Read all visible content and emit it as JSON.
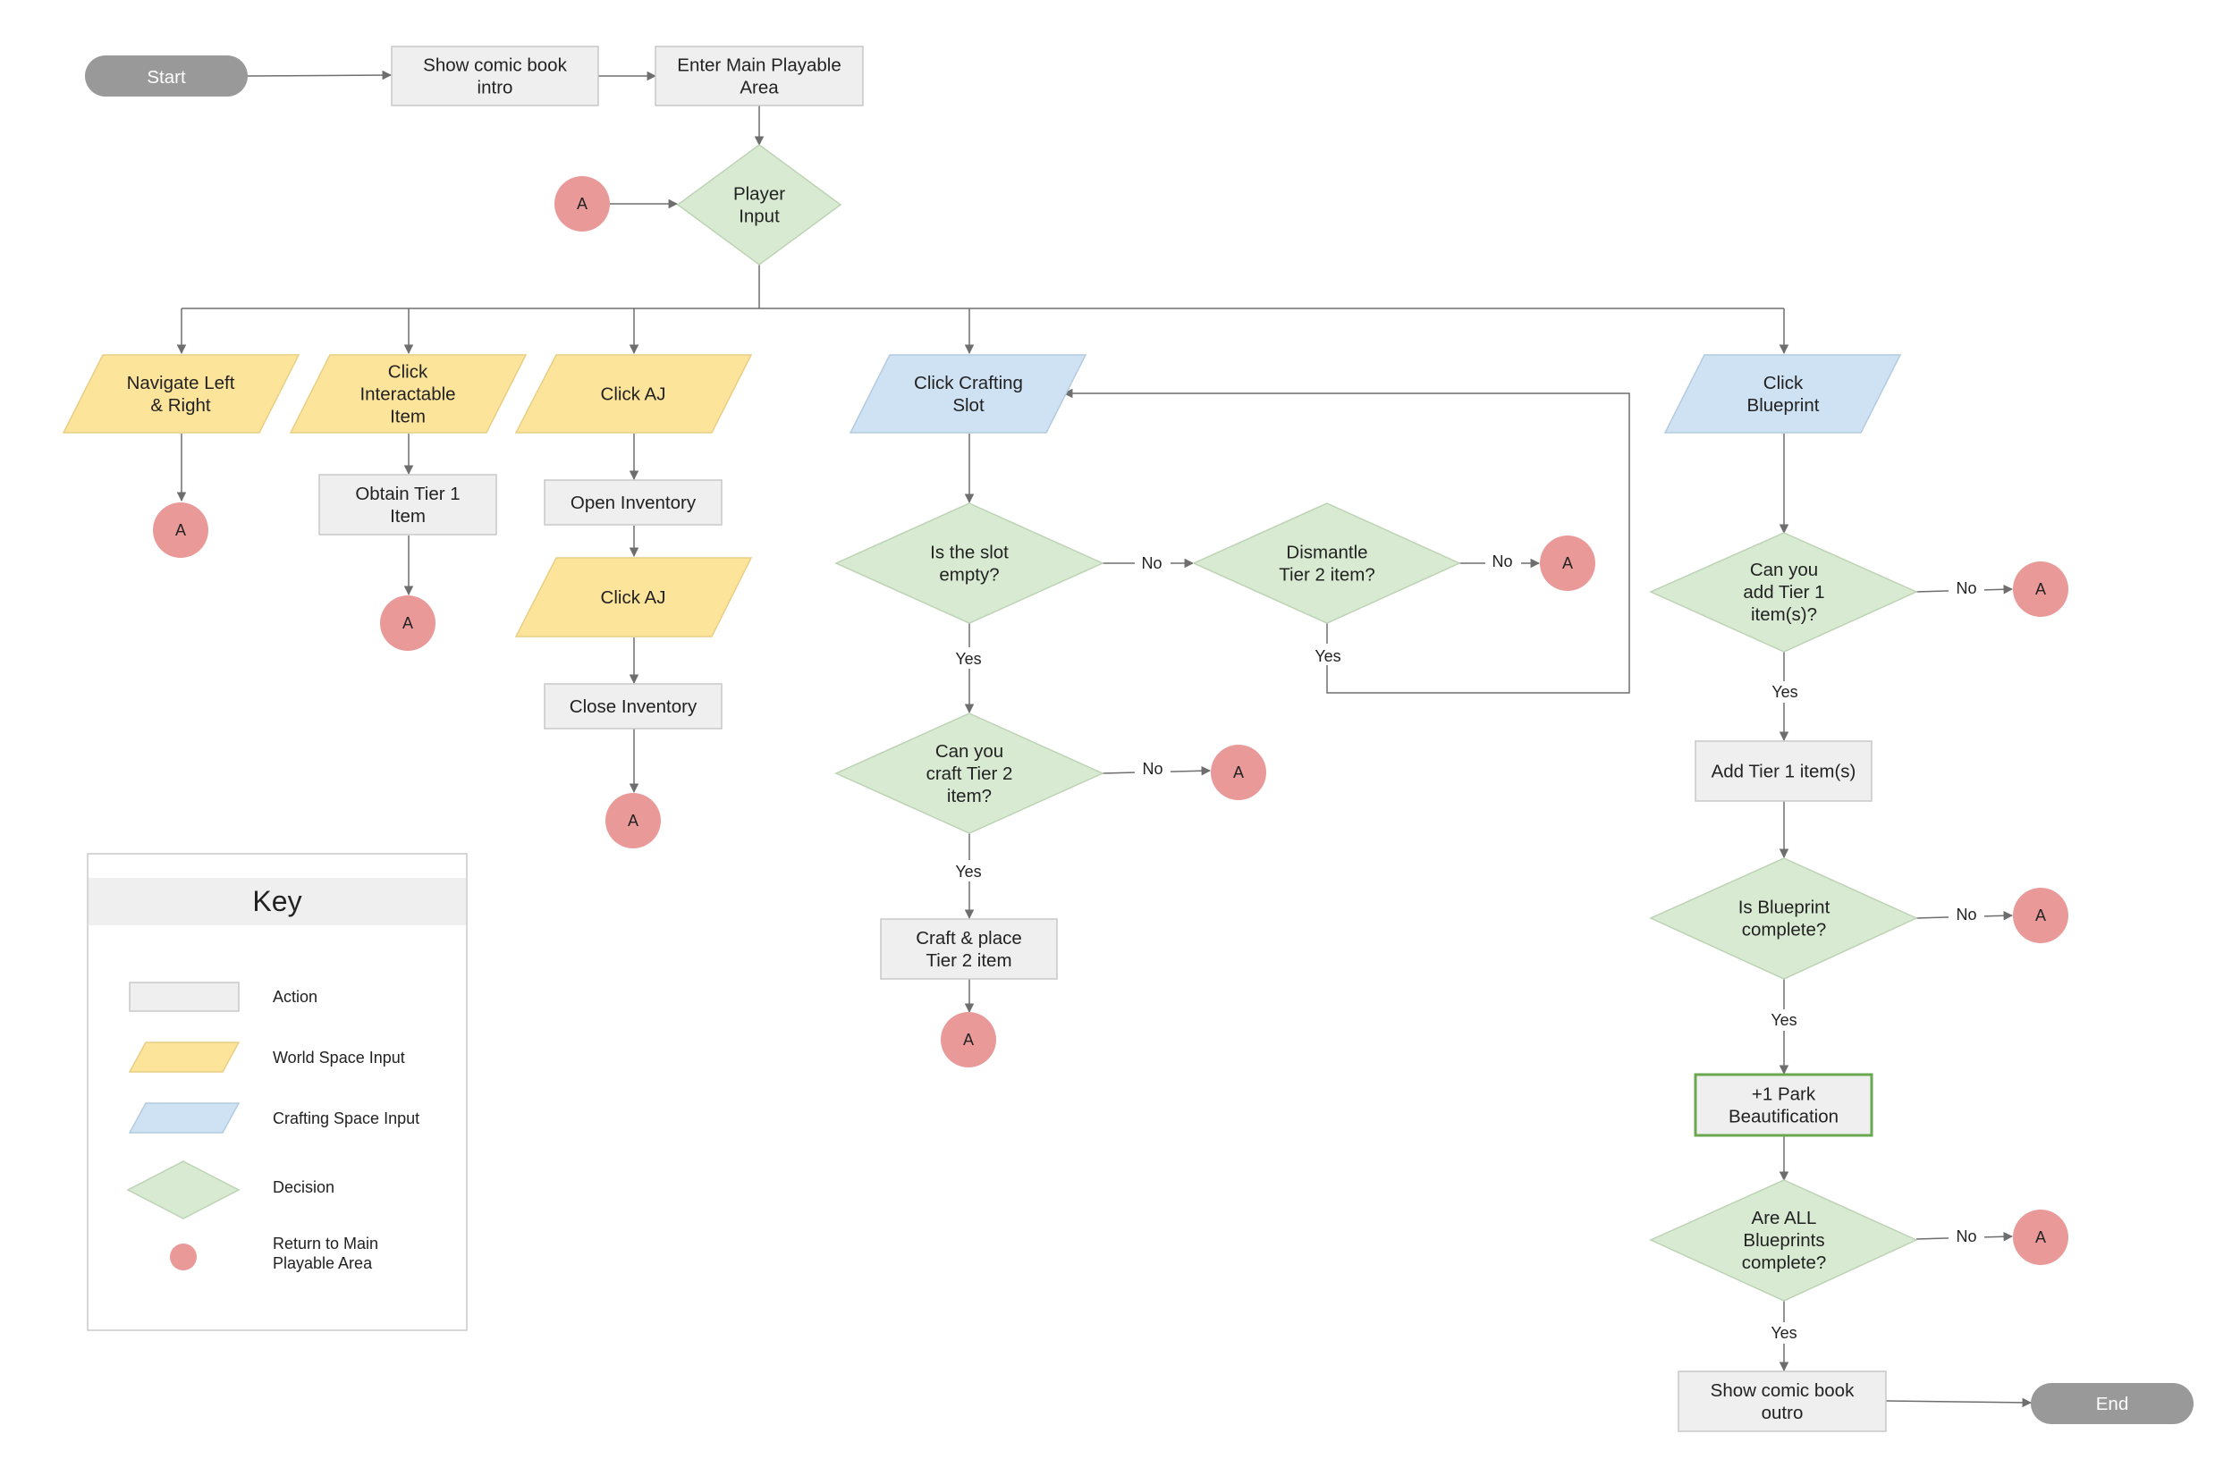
{
  "colors": {
    "action": "#efefef",
    "world_input": "#fde49b",
    "crafting_input": "#cfe2f3",
    "decision": "#d9ead3",
    "return": "#ea9999",
    "terminal": "#999999",
    "highlight_border": "#6aa84f",
    "line": "#6e6e6e"
  },
  "nodes": {
    "start": "Start",
    "comic_intro": "Show comic book\nintro",
    "main_area": "Enter Main Playable\nArea",
    "player_input": "Player\nInput",
    "navigate": "Navigate Left\n& Right",
    "click_interactable": "Click\nInteractable\nItem",
    "obtain_tier1": "Obtain Tier 1\nItem",
    "click_aj_1": "Click AJ",
    "open_inventory": "Open Inventory",
    "click_aj_2": "Click AJ",
    "close_inventory": "Close Inventory",
    "click_crafting_slot": "Click Crafting\nSlot",
    "slot_empty": "Is the slot\nempty?",
    "dismantle": "Dismantle\nTier 2 item?",
    "can_craft": "Can you\ncraft Tier 2\nitem?",
    "craft_place": "Craft & place\nTier 2 item",
    "click_blueprint": "Click\nBlueprint",
    "can_add_tier1": "Can you\nadd Tier 1\nitem(s)?",
    "add_tier1": "Add Tier 1 item(s)",
    "blueprint_complete": "Is Blueprint\ncomplete?",
    "park_beautification": "+1 Park\nBeautification",
    "all_blueprints": "Are ALL\nBlueprints\ncomplete?",
    "comic_outro": "Show comic book\noutro",
    "end": "End"
  },
  "return_connector_label": "A",
  "edge_labels": {
    "yes": "Yes",
    "no": "No"
  },
  "key": {
    "title": "Key",
    "items": [
      {
        "shape": "rect",
        "label": "Action"
      },
      {
        "shape": "parallelogram-yellow",
        "label": "World Space Input"
      },
      {
        "shape": "parallelogram-blue",
        "label": "Crafting Space Input"
      },
      {
        "shape": "diamond",
        "label": "Decision"
      },
      {
        "shape": "circle",
        "label": "Return to Main\nPlayable Area"
      }
    ]
  }
}
